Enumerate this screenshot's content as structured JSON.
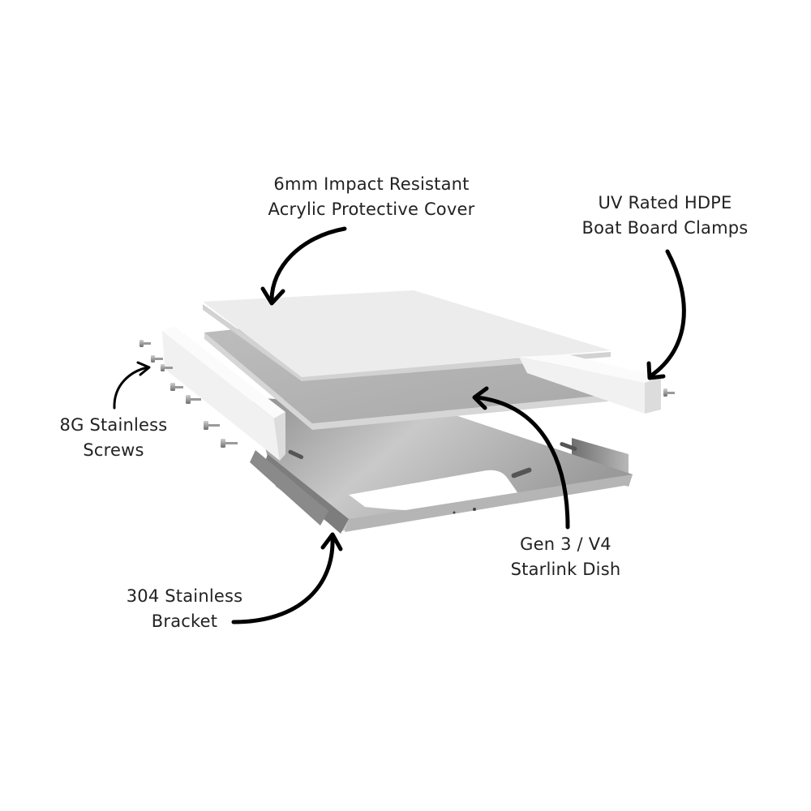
{
  "labels": {
    "cover": {
      "line1": "6mm Impact Resistant",
      "line2": "Acrylic Protective Cover"
    },
    "clamps": {
      "line1": "UV Rated HDPE",
      "line2": "Boat Board Clamps"
    },
    "screws": {
      "line1": "8G Stainless",
      "line2": "Screws"
    },
    "dish": {
      "line1": "Gen 3 / V4",
      "line2": "Starlink Dish"
    },
    "bracket": {
      "line1": "304 Stainless",
      "line2": "Bracket"
    }
  },
  "colors": {
    "background": "#ffffff",
    "text": "#222222",
    "arrow": "#000000",
    "acrylic_cover": "#ececec",
    "dish": "#b3b3b3",
    "clamp": "#f7f7f7",
    "bracket": "#a0a0a0",
    "screw": "#8a8a8a"
  }
}
